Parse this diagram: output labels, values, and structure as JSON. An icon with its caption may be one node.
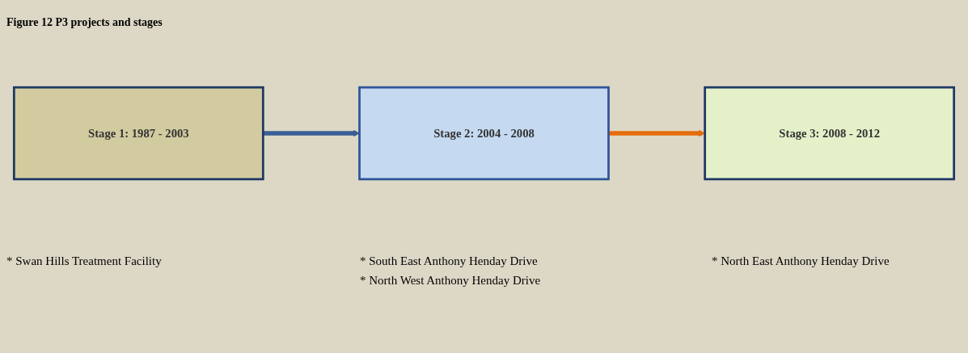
{
  "diagram": {
    "title": "Figure 12  P3 projects and stages",
    "nodes": [
      {
        "text": [
          "Stage 1: 1987 - 2003"
        ]
      },
      {
        "text": [
          "Stage 2: 2004 - 2008"
        ]
      },
      {
        "text": [
          "Stage 3: 2008 - 2012"
        ]
      }
    ],
    "labels": [
      "* Swan Hills Treatment Facility",
      "*  South East Anthony Henday Drive",
      "* North East Anthony Henday Drive",
      "*  North West Anthony Henday Drive"
    ],
    "edges": [
      {
        "from": 0,
        "to": 1,
        "arrow": "to",
        "color": "#3a5f95"
      },
      {
        "from": 1,
        "to": 2,
        "arrow": "to",
        "color": "#e46c0a"
      }
    ]
  }
}
